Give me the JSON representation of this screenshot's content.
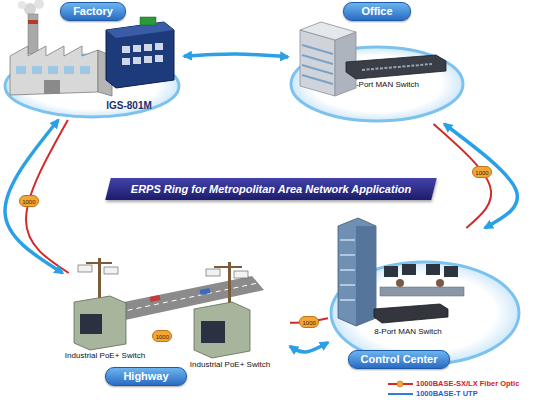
{
  "diagram": {
    "title": "ERPS Ring for Metropolitan Area Network Application",
    "nodes": [
      {
        "text": [
          "Factory",
          "IGS-801M"
        ]
      },
      {
        "text": [
          "Office",
          "24-Port MAN Switch"
        ]
      },
      {
        "text": [
          "8-Port MAN Switch",
          "Control Center"
        ]
      },
      {
        "text": [
          "Highway"
        ]
      },
      {
        "text": [
          "Industrial PoE+ Switch"
        ],
        "in": 3
      },
      {
        "text": [
          "Industrial PoE+ Switch"
        ],
        "in": 3
      }
    ],
    "edges": [
      {
        "from": 0,
        "to": 1,
        "arrow": "both"
      },
      {
        "from": 0,
        "to": 4,
        "arrow": "none",
        "label": "1000"
      },
      {
        "from": 0,
        "to": 4,
        "arrow": "both"
      },
      {
        "from": 4,
        "to": 5,
        "arrow": "none",
        "label": "1000"
      },
      {
        "from": 5,
        "to": 2,
        "arrow": "none",
        "label": "1000"
      },
      {
        "from": 5,
        "to": 2,
        "arrow": "both"
      },
      {
        "from": 2,
        "to": 1,
        "arrow": "none",
        "label": "1000"
      },
      {
        "from": 1,
        "to": 2,
        "arrow": "both"
      }
    ],
    "legend": [
      {
        "text": "1000BASE-SX/LX Fiber Optic"
      },
      {
        "text": "1000BASE-T UTP"
      }
    ]
  }
}
